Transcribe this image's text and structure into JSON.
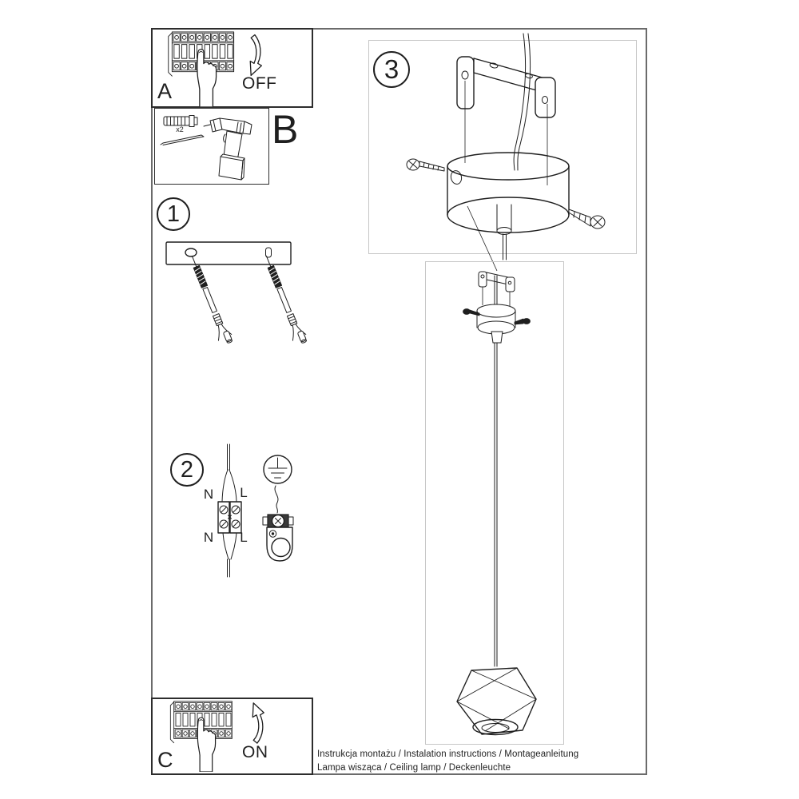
{
  "theme": {
    "background": "#ffffff",
    "page_border": "#6b6b6b",
    "panel_border": "#2d2d2d",
    "light_border": "#c6c6c6",
    "ink": "#1f1f1f"
  },
  "panels": {
    "a": {
      "label": "A",
      "action": "OFF"
    },
    "b": {
      "label": "B",
      "quantity": "x2"
    },
    "c": {
      "label": "C",
      "action": "ON"
    }
  },
  "steps": {
    "one": {
      "number": "1"
    },
    "two": {
      "number": "2",
      "wires": {
        "top_left": "N",
        "top_right": "L",
        "bottom_left": "N",
        "bottom_right": "L"
      }
    },
    "three": {
      "number": "3"
    }
  },
  "footer": {
    "line1": "Instrukcja montażu / Instalation instructions / Montageanleitung",
    "line2": "Lampa wisząca / Ceiling lamp / Deckenleuchte"
  }
}
